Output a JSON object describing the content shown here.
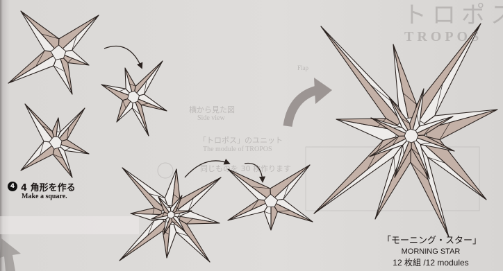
{
  "step": {
    "badge": "4",
    "title_ja": "4 角形を作る",
    "title_en": "Make a square."
  },
  "result": {
    "name_ja": "「モーニング・スター」",
    "name_en": "MORNING STAR",
    "count": "12 枚組 /12 modules"
  },
  "background_text": {
    "title_ja": "トロポス",
    "title_en": "TROPOS",
    "side_view_ja": "横から見た図",
    "side_view_en": "Side view",
    "module_ja": "「トロポス」のユニット",
    "module_en": "The module of TROPOS",
    "make_ja": "同じものを 30 枚作ります",
    "flap": "Flap"
  },
  "colors": {
    "paper": "#dcdad8",
    "shade": "#c4b1a7",
    "light": "#eeecea",
    "line": "#2b2320",
    "arrow": "#9c9593"
  }
}
